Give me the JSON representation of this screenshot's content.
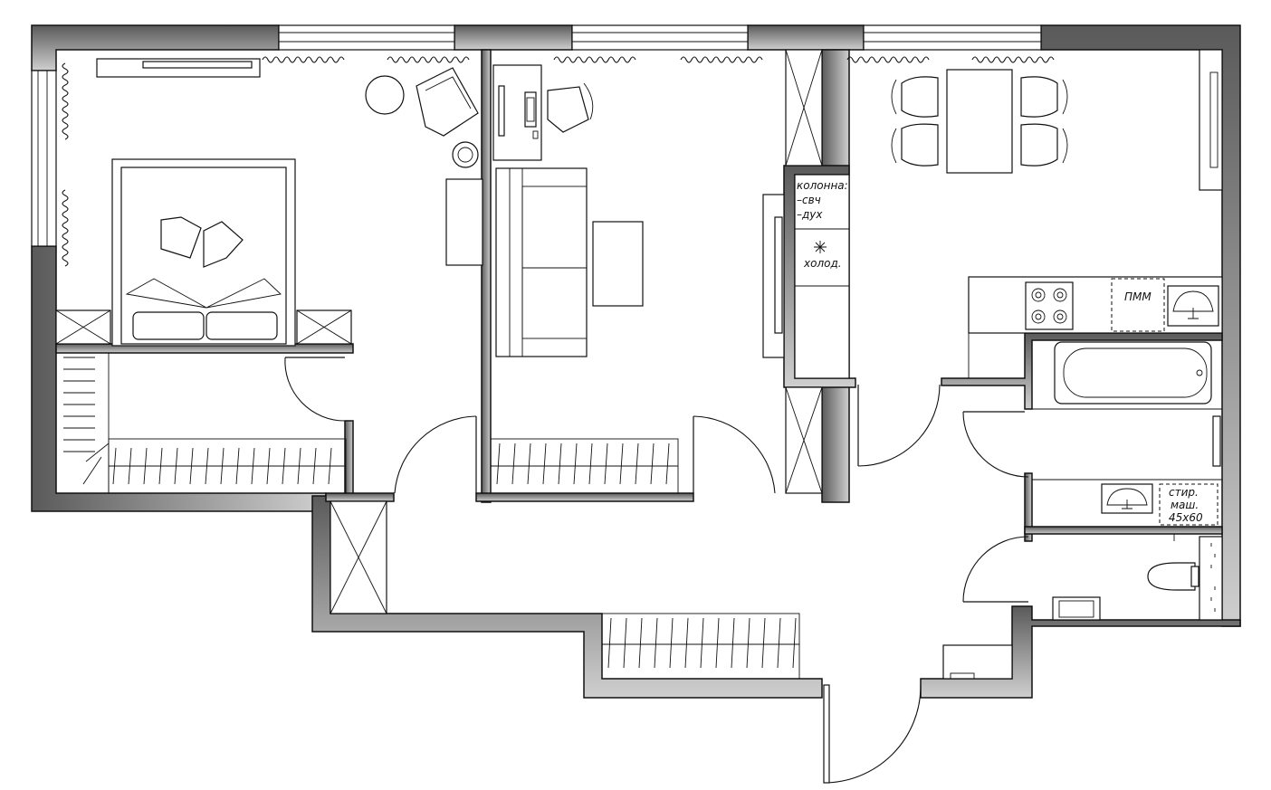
{
  "labels": {
    "column_title": "колонна:",
    "microwave": "–свч",
    "oven": "–дух",
    "fridge": "холод.",
    "dishwasher": "ПММ",
    "washer_line1": "стир.",
    "washer_line2": "маш.",
    "washer_size": "45х60"
  }
}
